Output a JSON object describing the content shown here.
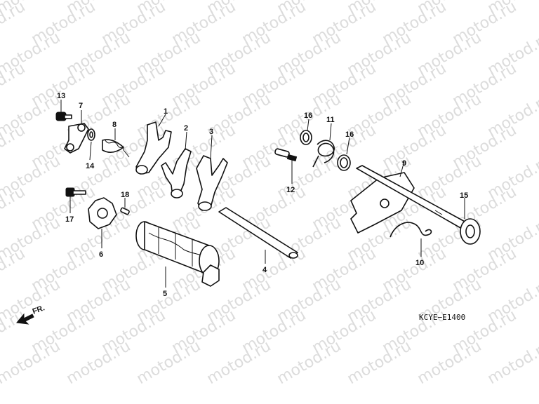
{
  "watermark": "motod.ru",
  "diagram_code": "KCYE−E1400",
  "direction_label": "FR.",
  "callouts": [
    "1",
    "2",
    "3",
    "4",
    "5",
    "6",
    "7",
    "8",
    "9",
    "10",
    "11",
    "12",
    "13",
    "14",
    "15",
    "16",
    "16",
    "17",
    "18"
  ],
  "colors": {
    "line": "#111111",
    "watermark": "#dcdcdc",
    "background": "#ffffff"
  },
  "icons": [
    "front-direction-arrow-icon"
  ]
}
